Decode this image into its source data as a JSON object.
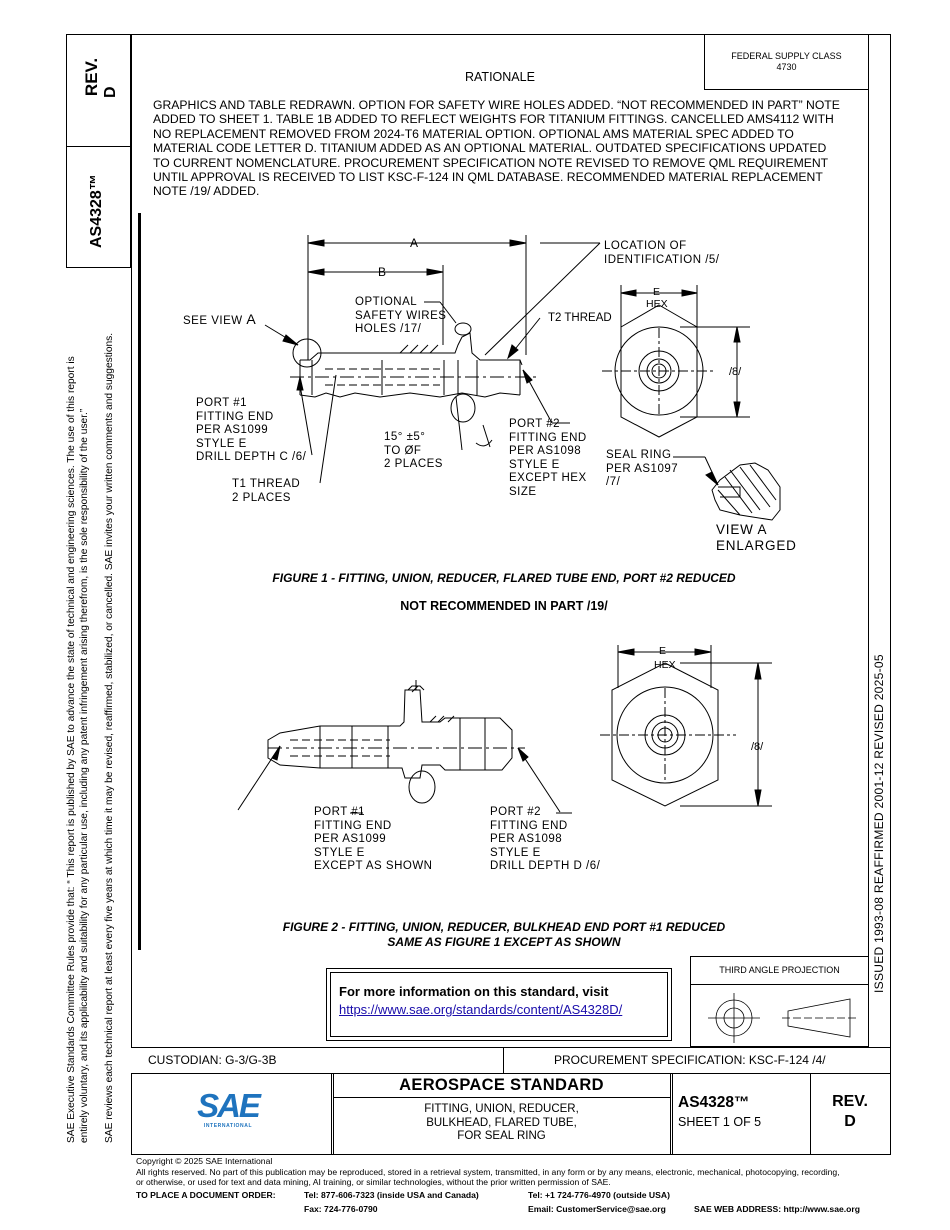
{
  "header": {
    "rev_label": "REV.",
    "rev_value": "D",
    "doc_number": "AS4328™",
    "federal_supply_class": "FEDERAL SUPPLY CLASS",
    "fsc_number": "4730"
  },
  "rationale": {
    "heading": "RATIONALE",
    "body": "GRAPHICS AND TABLE REDRAWN. OPTION FOR SAFETY WIRE HOLES ADDED. “NOT RECOMMENDED IN PART” NOTE ADDED TO SHEET 1. TABLE 1B ADDED TO REFLECT WEIGHTS FOR TITANIUM FITTINGS. CANCELLED AMS4112 WITH NO REPLACEMENT REMOVED FROM 2024-T6 MATERIAL OPTION. OPTIONAL AMS MATERIAL SPEC ADDED TO MATERIAL CODE LETTER D. TITANIUM ADDED AS AN OPTIONAL MATERIAL. OUTDATED SPECIFICATIONS UPDATED TO CURRENT NOMENCLATURE. PROCUREMENT SPECIFICATION NOTE REVISED TO REMOVE QML REQUIREMENT UNTIL APPROVAL IS RECEIVED TO LIST KSC-F-124 IN QML DATABASE. RECOMMENDED MATERIAL REPLACEMENT NOTE /19/ ADDED."
  },
  "figure1": {
    "caption": "FIGURE 1 - FITTING, UNION, REDUCER, FLARED TUBE END, PORT #2 REDUCED",
    "dim_a": "A",
    "dim_b": "B",
    "dim_e": "E",
    "hex": "HEX",
    "dim_8": "/8/",
    "see_view_label": "SEE VIEW",
    "see_view_letter": "A",
    "optional_safety": [
      "OPTIONAL",
      "SAFETY WIRES",
      "HOLES  /17/"
    ],
    "location_id": [
      "LOCATION OF",
      "IDENTIFICATION  /5/"
    ],
    "t2_thread": "T2 THREAD",
    "port1": [
      "PORT #1",
      "FITTING END",
      "PER AS1099",
      "STYLE  E",
      "DRILL DEPTH C  /6/"
    ],
    "angle": [
      "15°  ±5°",
      "TO ØF",
      "2 PLACES"
    ],
    "port2": [
      "PORT #2",
      "FITTING END",
      "PER AS1098",
      "STYLE  E",
      "EXCEPT HEX",
      "SIZE"
    ],
    "t1_thread": [
      "T1  THREAD",
      "2 PLACES"
    ],
    "seal_ring": [
      "SEAL RING",
      "PER AS1097",
      "/7/"
    ],
    "view_a": [
      "VIEW A",
      "ENLARGED"
    ]
  },
  "not_recommended": "NOT RECOMMENDED IN PART /19/",
  "figure2": {
    "caption_line1": "FIGURE 2 - FITTING, UNION, REDUCER, BULKHEAD END PORT #1 REDUCED",
    "caption_line2": "SAME AS FIGURE 1 EXCEPT AS SHOWN",
    "dim_e": "E",
    "hex": "HEX",
    "dim_8": "/8/",
    "port1": [
      "PORT #1",
      "FITTING END",
      "PER AS1099",
      "STYLE  E",
      "EXCEPT AS SHOWN"
    ],
    "port2": [
      "PORT #2",
      "FITTING END",
      "PER AS1098",
      "STYLE  E",
      "DRILL DEPTH D  /6/"
    ]
  },
  "info_box": {
    "text": "For more information on this standard, visit",
    "link": "https://www.sae.org/standards/content/AS4328D/"
  },
  "projection": {
    "label": "THIRD ANGLE PROJECTION"
  },
  "side_status": {
    "text": "ISSUED 1993-08     REAFFIRMED 2001-12     REVISED 2025-05"
  },
  "left_margin": {
    "line1": "SAE Executive Standards Committee Rules provide that: “  This report is published by SAE to advance the state of technical and engineering sciences. The use of this report is",
    "line2": "entirely voluntary, and its applicability and suitability for any particular use, including any patent infringement arising therefrom, is the sole responsibility of the user.”",
    "line3": "SAE reviews each technical report at least every five years at which time it may be revised, reaffirmed, stabilized, or cancelled. SAE invites your written comments and suggestions."
  },
  "title_block": {
    "custodian": "CUSTODIAN: G-3/G-3B",
    "procurement": "PROCUREMENT SPECIFICATION: KSC-F-124 /4/",
    "aerospace_standard": "AEROSPACE STANDARD",
    "title_lines": [
      "FITTING, UNION, REDUCER,",
      "BULKHEAD, FLARED TUBE,",
      "FOR SEAL RING"
    ],
    "doc_number": "AS4328™",
    "sheet": "SHEET 1 OF 5",
    "rev_label": "REV.",
    "rev_value": "D",
    "logo_text": "SAE",
    "logo_sub": "INTERNATIONAL"
  },
  "footer": {
    "copyright": "Copyright © 2025 SAE International",
    "rights1": "All rights reserved. No part of this publication may be reproduced, stored in a retrieval system, transmitted, in any form or by any means, electronic, mechanical, photocopying, recording,",
    "rights2": "or otherwise, or used for text and data mining, AI training, or similar technologies, without the prior written permission of SAE.",
    "order_label": "TO PLACE A DOCUMENT ORDER:",
    "tel_usa": "Tel:  877-606-7323 (inside USA and Canada)",
    "tel_out": "Tel:  +1 724-776-4970 (outside USA)",
    "fax": "Fax: 724-776-0790",
    "email": "Email: CustomerService@sae.org",
    "web": "SAE WEB ADDRESS:  http://www.sae.org"
  },
  "colors": {
    "ink": "#000000",
    "link": "#1a0dab",
    "sae_logo": "#1e73be",
    "page": "#ffffff"
  }
}
